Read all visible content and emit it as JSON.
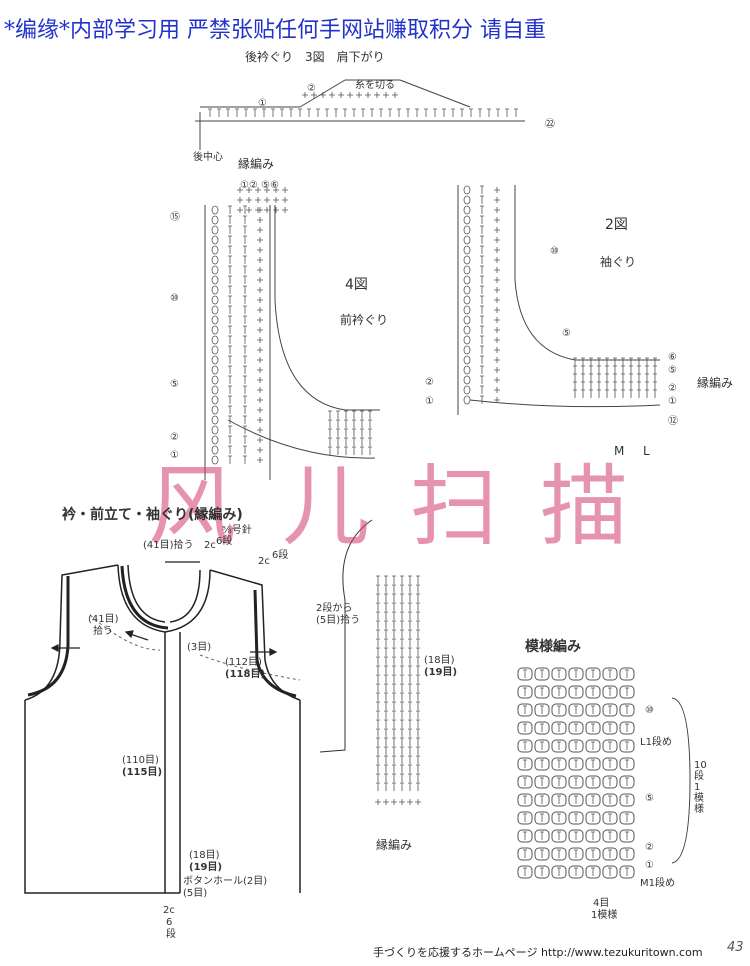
{
  "banner": "*编缘*内部学习用 严禁张贴任何手网站赚取积分 请自重",
  "watermark": [
    "风",
    "儿",
    "扫",
    "描"
  ],
  "diagram3": {
    "title": "後衿ぐり　3図　肩下がり",
    "cut_note": "糸を切る",
    "center_note": "後中心",
    "rows": [
      "①",
      "②",
      "㉒"
    ]
  },
  "diagram4": {
    "border_label": "縁編み",
    "border_rows": "①② ⑤⑥",
    "title": "4図",
    "subtitle": "前衿ぐり",
    "rows": [
      "⑮",
      "⑩",
      "⑤",
      "②",
      "①"
    ]
  },
  "diagram2": {
    "title": "2図",
    "subtitle": "袖ぐり",
    "border_label": "縁編み",
    "rows_left": [
      "⑩",
      "⑤",
      "②",
      "①"
    ],
    "rows_right": [
      "⑥",
      "⑤",
      "②",
      "①",
      "⑫"
    ],
    "markers": [
      "M",
      "L"
    ]
  },
  "schematic": {
    "title": "衿・前立て・袖ぐり(縁編み)",
    "pick_top": "(41目)拾う",
    "band_top": "2c",
    "band_top_rows": "6段",
    "shoulder_note": "⅝号針",
    "band_side": "2c",
    "band_side_rows": "6段",
    "pick_left": "(41目)",
    "pick_left2": "拾う",
    "neck_stitches": "(3目)",
    "armhole_a": "(112目)",
    "armhole_b": "(118目)",
    "front_a": "(110目)",
    "front_b": "(115目)",
    "hem_a": "(18目)",
    "hem_b": "(19目)",
    "buttonhole": "ボタンホール(2目)",
    "hem_c": "(5目)",
    "band_bottom": "2c",
    "band_bottom_rows1": "6",
    "band_bottom_rows2": "段"
  },
  "band": {
    "pick_note": "2段から",
    "pick_note2": "(5目)拾う",
    "count_a": "(18目)",
    "count_b": "(19目)",
    "label": "縁編み"
  },
  "pattern": {
    "title": "模様編み",
    "rows": [
      "⑩",
      "⑤",
      "②",
      "①"
    ],
    "row_notes": [
      "L1段め",
      "M1段め"
    ],
    "repeat_note": "10段1模様",
    "bottom_a": "4目",
    "bottom_b": "1模様"
  },
  "footer": {
    "text": "手づくりを応援するホームページ http://www.tezukuritown.com",
    "page": "43"
  }
}
